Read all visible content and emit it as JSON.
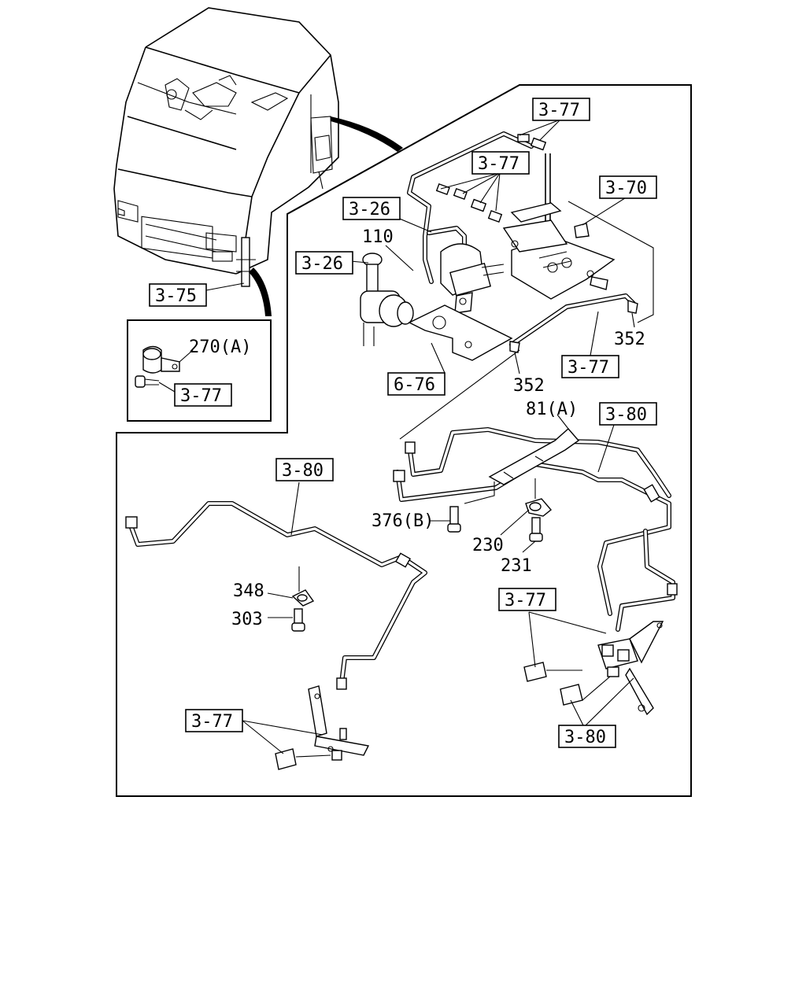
{
  "labels": {
    "ref_377_a": "3-77",
    "ref_377_b": "3-77",
    "ref_370": "3-70",
    "ref_326_a": "3-26",
    "ref_326_b": "3-26",
    "num_110": "110",
    "ref_375": "3-75",
    "num_270a": "270(A)",
    "ref_377_inset": "3-77",
    "ref_676": "6-76",
    "num_352_a": "352",
    "num_352_b": "352",
    "ref_377_c": "3-77",
    "num_81a": "81(A)",
    "ref_380_a": "3-80",
    "ref_380_b": "3-80",
    "num_376b": "376(B)",
    "num_230": "230",
    "num_231": "231",
    "num_348": "348",
    "num_303": "303",
    "ref_377_d": "3-77",
    "ref_377_e": "3-77",
    "ref_380_c": "3-80"
  }
}
